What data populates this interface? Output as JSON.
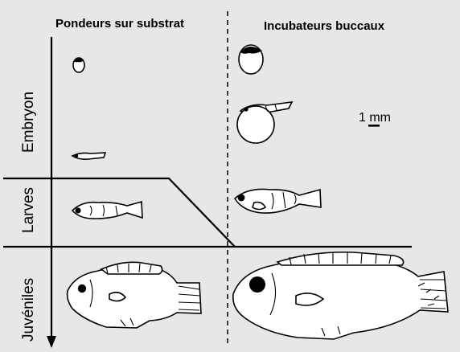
{
  "columns": {
    "left": "Pondeurs sur substrat",
    "right": "Incubateurs buccaux"
  },
  "stages": {
    "embryo": "Embryon",
    "larvae": "Larves",
    "juvenile": "Juvéniles"
  },
  "scale_bar": "1 mm"
}
